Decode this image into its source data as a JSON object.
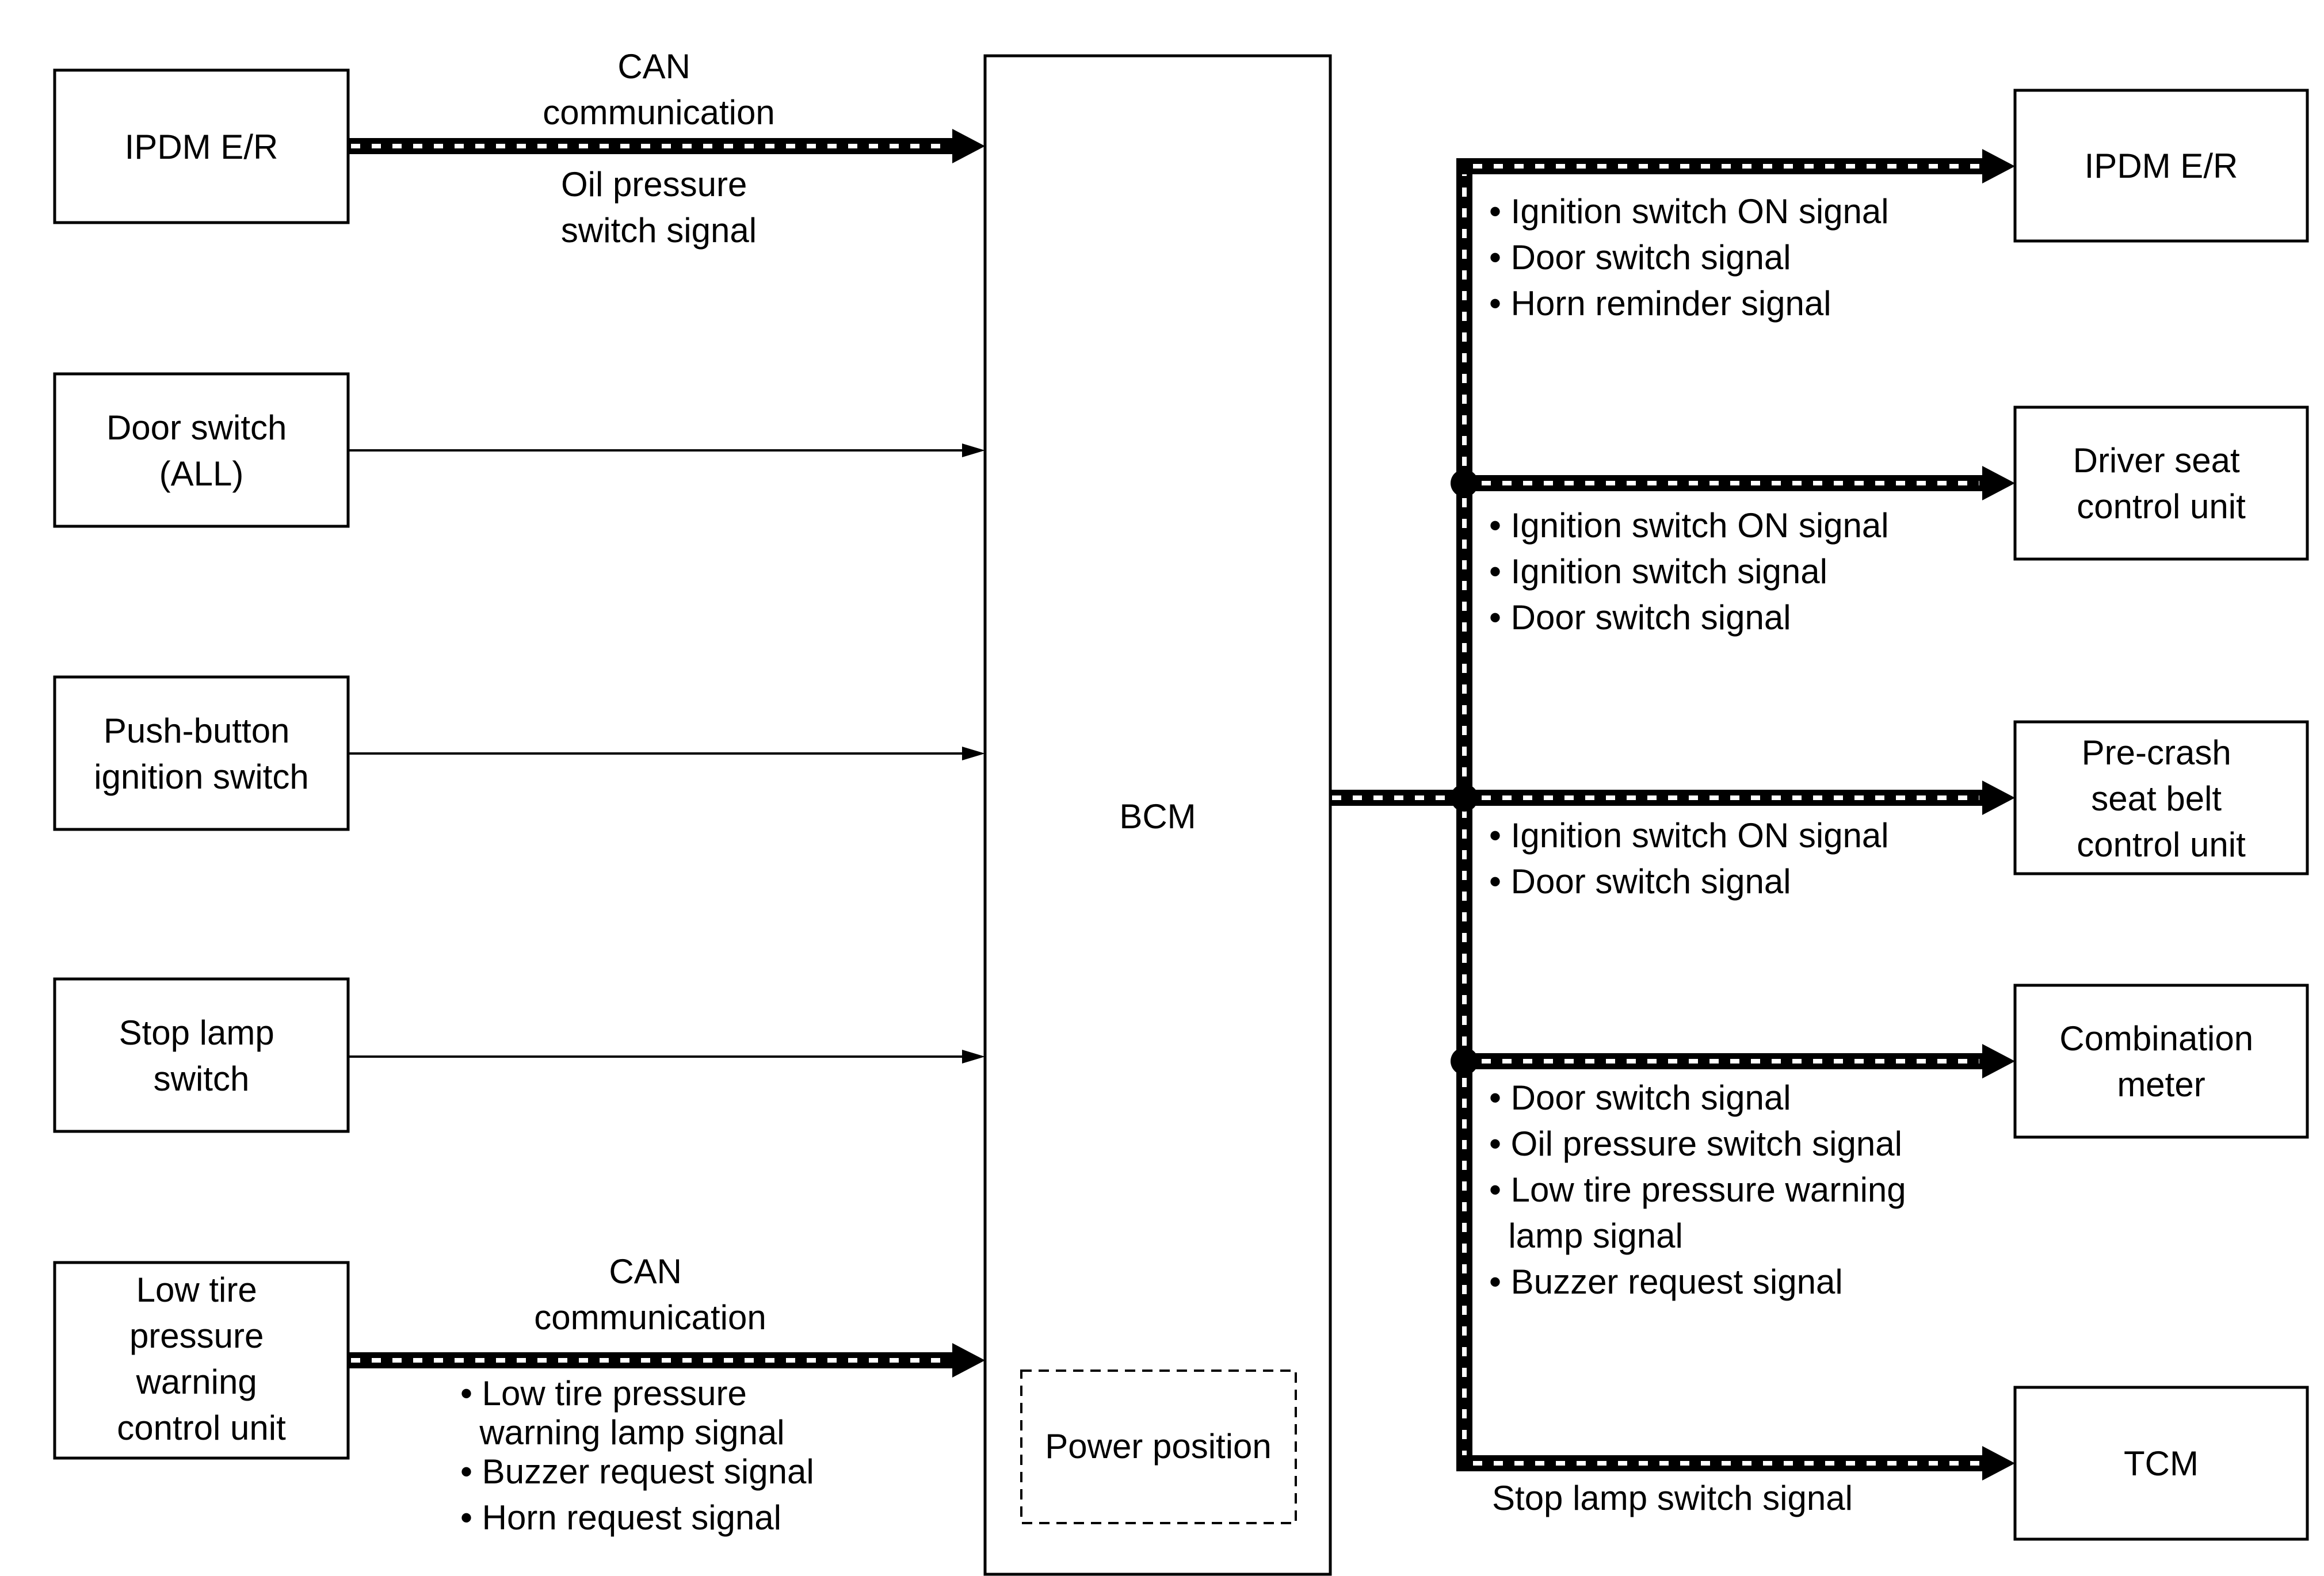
{
  "inputs": {
    "ipdm_er": [
      "IPDM E/R"
    ],
    "door_switch": [
      "Door switch",
      "(ALL)"
    ],
    "push_button": [
      "Push-button",
      "ignition switch"
    ],
    "stop_lamp": [
      "Stop lamp",
      "switch"
    ],
    "low_tire": [
      "Low tire",
      "pressure",
      "warning",
      "control unit"
    ]
  },
  "bcm": {
    "label": "BCM",
    "power_position": "Power position"
  },
  "input_labels": {
    "ipdm_can": [
      "CAN",
      "communication"
    ],
    "ipdm_signal": [
      "Oil pressure",
      "switch signal"
    ],
    "low_tire_can": [
      "CAN",
      "communication"
    ],
    "low_tire_signals": [
      "• Low tire pressure",
      "  warning lamp signal",
      "• Buzzer request signal",
      "• Horn request signal"
    ]
  },
  "outputs": {
    "ipdm_er": [
      "IPDM E/R"
    ],
    "driver_seat": [
      "Driver seat",
      "control unit"
    ],
    "pre_crash": [
      "Pre-crash",
      "seat belt",
      "control unit"
    ],
    "combination_meter": [
      "Combination",
      "meter"
    ],
    "tcm": [
      "TCM"
    ]
  },
  "output_signals": {
    "ipdm_er": [
      "• Ignition switch ON signal",
      "• Door switch signal",
      "• Horn reminder signal"
    ],
    "driver_seat": [
      "• Ignition switch ON signal",
      "• Ignition switch signal",
      "• Door switch signal"
    ],
    "pre_crash": [
      "• Ignition switch ON signal",
      "• Door switch signal"
    ],
    "combination_meter": [
      "• Door switch signal",
      "• Oil pressure switch signal",
      "• Low tire pressure warning",
      "  lamp signal",
      "• Buzzer request signal"
    ],
    "tcm": [
      "Stop lamp switch signal"
    ]
  }
}
